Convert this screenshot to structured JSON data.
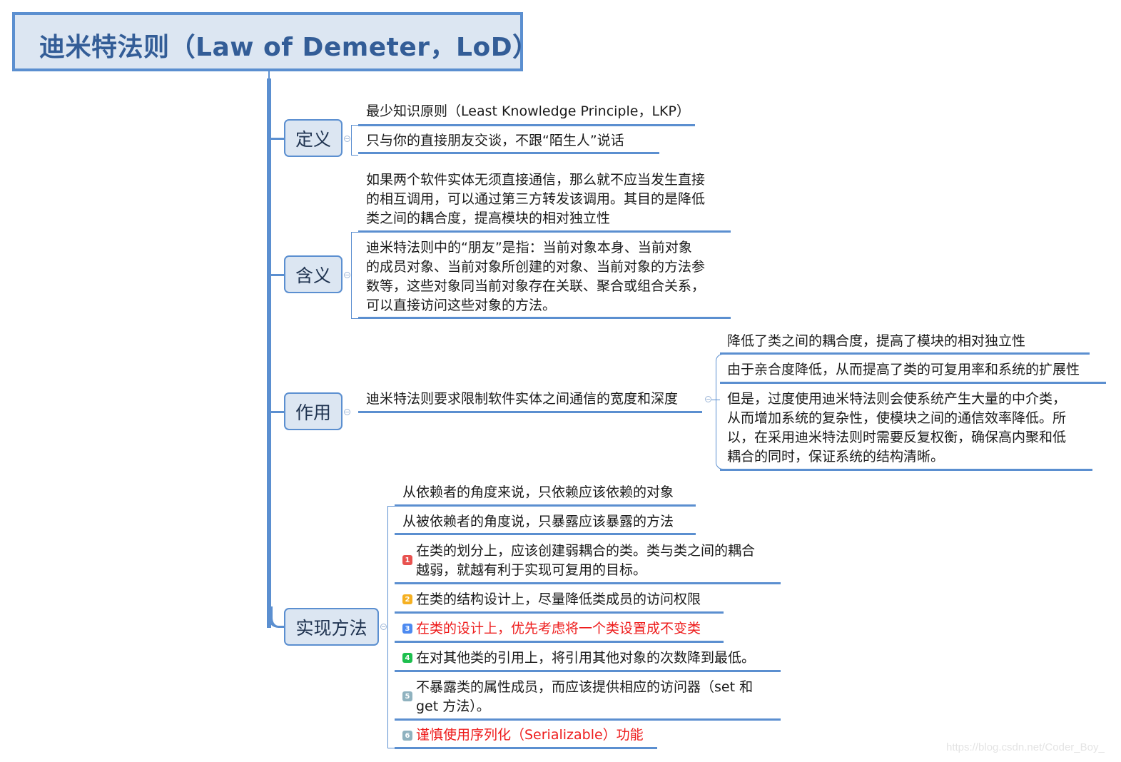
{
  "root": {
    "title": "迪米特法则（Law of Demeter，LoD）"
  },
  "branches": {
    "definition": {
      "label": "定义",
      "items": [
        "最少知识原则（Least Knowledge Principle，LKP）",
        "只与你的直接朋友交谈，不跟“陌生人”说话"
      ]
    },
    "meaning": {
      "label": "含义",
      "items": [
        [
          "如果两个软件实体无须直接通信，那么就不应当发生直接",
          "的相互调用，可以通过第三方转发该调用。其目的是降低",
          "类之间的耦合度，提高模块的相对独立性"
        ],
        [
          "迪米特法则中的“朋友”是指：当前对象本身、当前对象",
          "的成员对象、当前对象所创建的对象、当前对象的方法参",
          "数等，这些对象同当前对象存在关联、聚合或组合关系，",
          "可以直接访问这些对象的方法。"
        ]
      ]
    },
    "effect": {
      "label": "作用",
      "main": "迪米特法则要求限制软件实体之间通信的宽度和深度",
      "sub": [
        [
          "降低了类之间的耦合度，提高了模块的相对独立性"
        ],
        [
          "由于亲合度降低，从而提高了类的可复用率和系统的扩展性"
        ],
        [
          "但是，过度使用迪米特法则会使系统产生大量的中介类，",
          "从而增加系统的复杂性，使模块之间的通信效率降低。所",
          "以，在采用迪米特法则时需要反复权衡，确保高内聚和低",
          "耦合的同时，保证系统的结构清晰。"
        ]
      ]
    },
    "implementation": {
      "label": "实现方法",
      "items": [
        {
          "lines": [
            "从依赖者的角度来说，只依赖应该依赖的对象"
          ]
        },
        {
          "lines": [
            "从被依赖者的角度说，只暴露应该暴露的方法"
          ]
        },
        {
          "badge": "1",
          "badge_color": "#e8524f",
          "lines": [
            "在类的划分上，应该创建弱耦合的类。类与类之间的耦合",
            "越弱，就越有利于实现可复用的目标。"
          ]
        },
        {
          "badge": "2",
          "badge_color": "#f5b021",
          "lines": [
            "在类的结构设计上，尽量降低类成员的访问权限"
          ]
        },
        {
          "badge": "3",
          "badge_color": "#4d8af0",
          "red": true,
          "lines": [
            "在类的设计上，优先考虑将一个类设置成不变类"
          ]
        },
        {
          "badge": "4",
          "badge_color": "#1dbf4e",
          "lines": [
            "在对其他类的引用上，将引用其他对象的次数降到最低。"
          ]
        },
        {
          "badge": "5",
          "badge_color": "#8fb2bf",
          "lines": [
            "不暴露类的属性成员，而应该提供相应的访问器（set 和",
            "get 方法）。"
          ]
        },
        {
          "badge": "6",
          "badge_color": "#8fb2bf",
          "red": true,
          "lines": [
            "谨慎使用序列化（Serializable）功能"
          ]
        }
      ]
    }
  },
  "colors": {
    "accent": "#5b8fd0",
    "topic_fill": "#dce6f2",
    "root_text": "#335d97",
    "highlight_red": "#ee1c1c"
  },
  "watermark": "https://blog.csdn.net/Coder_Boy_"
}
